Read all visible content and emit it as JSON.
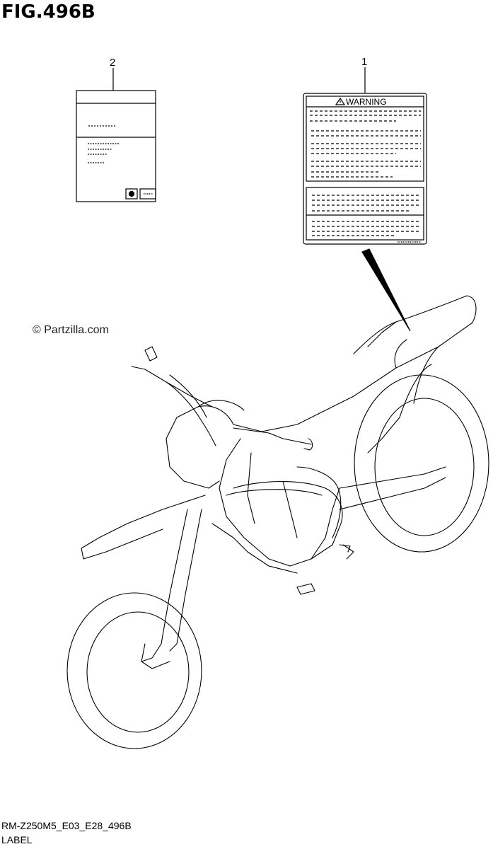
{
  "figure": {
    "title": "FIG.496B",
    "watermark": "© Partzilla.com",
    "code": "RM-Z250M5_E03_E28_496B",
    "section": "LABEL"
  },
  "callouts": [
    {
      "number": "1",
      "part": "warning-label"
    },
    {
      "number": "2",
      "part": "manual-label"
    }
  ],
  "warning_label": {
    "heading": "WARNING",
    "icon": "warning-triangle-icon"
  }
}
